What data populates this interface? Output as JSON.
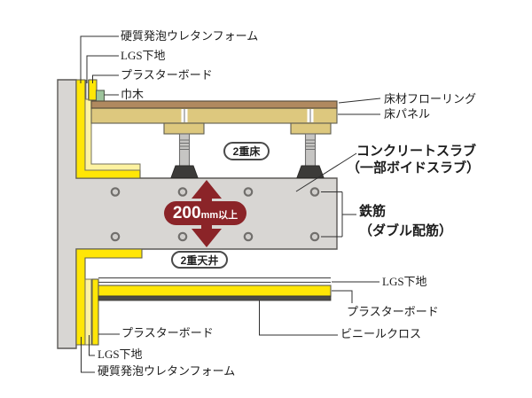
{
  "materials": {
    "urethane_foam": "硬質発泡ウレタンフォーム",
    "lgs_base": "LGS下地",
    "plasterboard": "プラスターボード",
    "skirting": "巾木",
    "flooring": "床材フローリング",
    "floor_panel": "床パネル",
    "concrete_slab": "コンクリートスラブ",
    "concrete_slab_note": "（一部ボイドスラブ）",
    "rebar": "鉄筋",
    "rebar_note": "（ダブル配筋）",
    "vinyl_cloth": "ビニールクロス"
  },
  "callouts": {
    "double_floor": "2重床",
    "double_ceiling": "2重天井"
  },
  "dimension": {
    "value": "200",
    "suffix": "mm以上"
  },
  "colors": {
    "insulation_yellow": "#ffe606",
    "pale_yellow": "#fdf2a0",
    "concrete_gray": "#d8d6d3",
    "flooring_brown": "#b0895f",
    "panel_tan": "#ddc87e",
    "skirting_green": "#9dc49c",
    "accent_red": "#8b2428",
    "vinyl_dark": "#4b4a48",
    "rod_gray": "#c6c5c3",
    "base_dark": "#3c3b39"
  }
}
